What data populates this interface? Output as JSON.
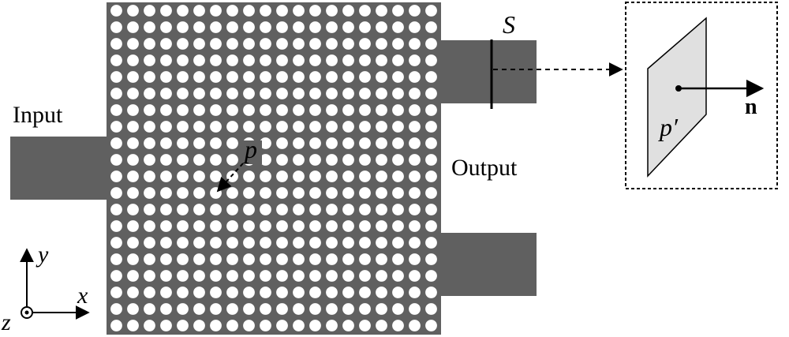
{
  "labels": {
    "input": "Input",
    "output": "Output",
    "surface": "S",
    "point_p": "p",
    "point_p_prime": "p′",
    "normal": "n",
    "axis_x": "x",
    "axis_y": "y",
    "axis_z": "z"
  },
  "colors": {
    "crystal": "#606060",
    "hole": "#ffffff",
    "waveguide": "#606060",
    "plane_fill": "#e0e0e0",
    "stroke": "#000000"
  },
  "lattice": {
    "rows": 20,
    "cols": 20
  }
}
